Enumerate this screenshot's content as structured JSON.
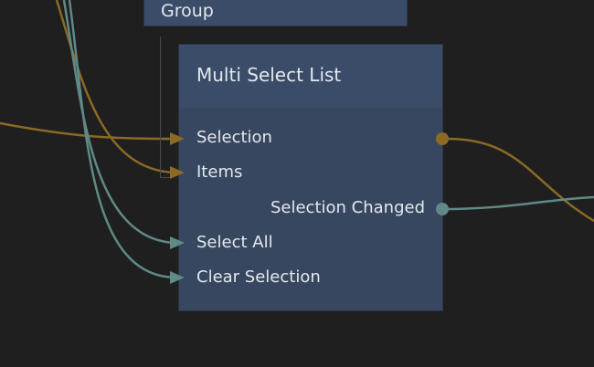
{
  "colors": {
    "background": "#1f1f1f",
    "node": "#37475f",
    "node_header": "#3a4c68",
    "signal_wire": "#8a6a24",
    "data_wire": "#5f8a87"
  },
  "group_node": {
    "title": "Group"
  },
  "node": {
    "title": "Multi Select List",
    "inputs": [
      {
        "label": "Selection",
        "type": "signal"
      },
      {
        "label": "Items",
        "type": "signal"
      },
      {
        "label": "Select All",
        "type": "data"
      },
      {
        "label": "Clear Selection",
        "type": "data"
      }
    ],
    "outputs": [
      {
        "label": "Selection",
        "type": "signal"
      },
      {
        "label": "Selection Changed",
        "type": "data"
      }
    ]
  }
}
